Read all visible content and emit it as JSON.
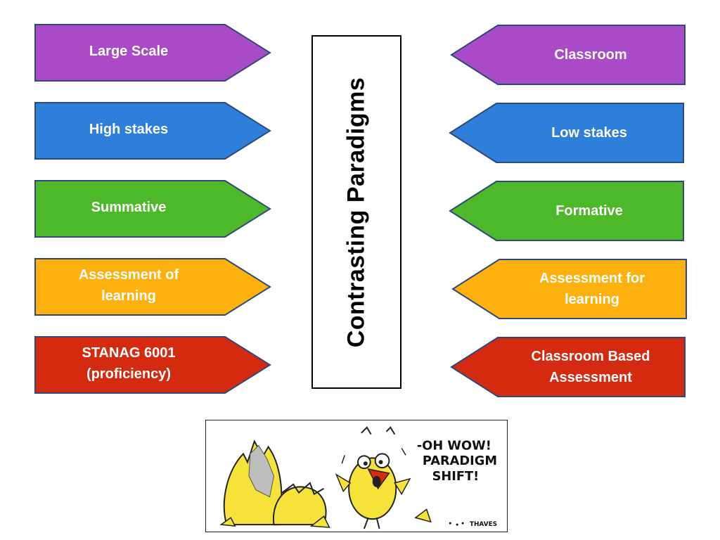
{
  "title": "Contrasting Paradigms",
  "left_items": [
    {
      "label": "Large Scale",
      "color": "#A94BC7"
    },
    {
      "label": "High stakes",
      "color": "#2E7FDA"
    },
    {
      "label": "Summative",
      "color": "#4DB82A"
    },
    {
      "label": "Assessment of\nlearning",
      "color": "#FDB10E"
    },
    {
      "label": "STANAG 6001\n(proficiency)",
      "color": "#D42A10"
    }
  ],
  "right_items": [
    {
      "label": "Classroom",
      "color": "#A94BC7"
    },
    {
      "label": "Low stakes",
      "color": "#2E7FDA"
    },
    {
      "label": "Formative",
      "color": "#4DB82A"
    },
    {
      "label": "Assessment for\nlearning",
      "color": "#FDB10E"
    },
    {
      "label": "Classroom Based\nAssessment",
      "color": "#D42A10"
    }
  ],
  "cartoon": {
    "speech": [
      "-OH WOW!",
      "PARADIGM",
      "SHIFT!"
    ],
    "signature": "THAVES"
  },
  "colors": {
    "outline": "#2E4A7A"
  }
}
